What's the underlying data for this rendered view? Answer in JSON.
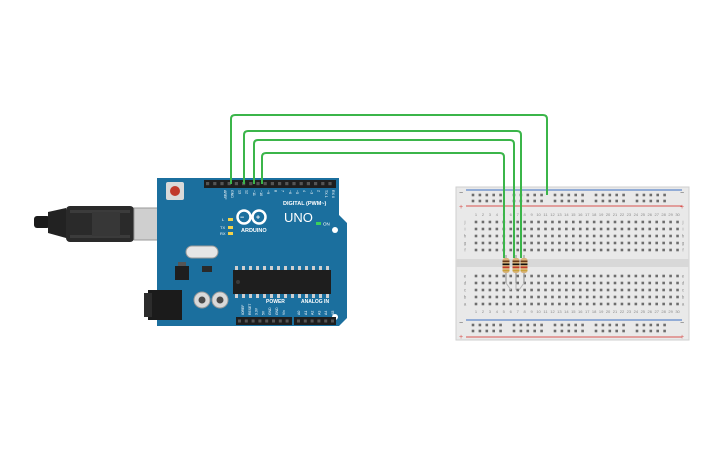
{
  "arduino": {
    "brand": "ARDUINO",
    "model": "UNO",
    "on_label": "ON",
    "tx_label": "TX",
    "rx_label": "RX",
    "l_label": "L",
    "digital_label": "DIGITAL (PWM~)",
    "power_label": "POWER",
    "analog_label": "ANALOG IN",
    "top_pin_labels": [
      "AREF",
      "GND",
      "13",
      "12",
      "~11",
      "~10",
      "~9",
      "8",
      "7",
      "~6",
      "~5",
      "4",
      "~3",
      "2",
      "TX 1",
      "RX 0"
    ],
    "power_pin_labels": [
      "IOREF",
      "RESET",
      "3.3V",
      "5V",
      "GND",
      "GND",
      "Vin"
    ],
    "analog_pin_labels": [
      "A0",
      "A1",
      "A2",
      "A3",
      "A4",
      "A5"
    ]
  },
  "breadboard": {
    "rail_minus": "−",
    "rail_plus": "+",
    "row_letters_top": [
      "j",
      "i",
      "h",
      "g",
      "f"
    ],
    "row_letters_bottom": [
      "e",
      "d",
      "c",
      "b",
      "a"
    ],
    "column_numbers": [
      "1",
      "2",
      "3",
      "4",
      "5",
      "6",
      "7",
      "8",
      "9",
      "10",
      "11",
      "12",
      "13",
      "14",
      "15",
      "16",
      "17",
      "18",
      "19",
      "20",
      "21",
      "22",
      "23",
      "24",
      "25",
      "26",
      "27",
      "28",
      "29",
      "30"
    ]
  },
  "colors": {
    "board": "#1b6f9e",
    "board_dark": "#155a82",
    "wire": "#3bb54a",
    "breadboard": "#e9e9e9",
    "rail_red": "#d9534f",
    "rail_blue": "#3a6fc4"
  }
}
